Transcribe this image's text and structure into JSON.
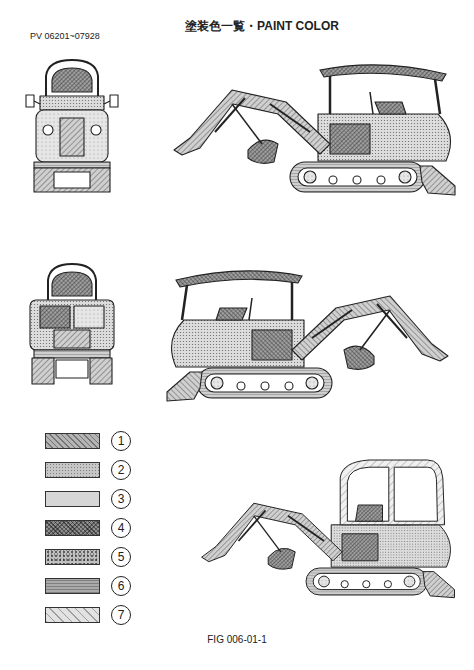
{
  "diagram": {
    "title": "塗装色一覧・PAINT COLOR",
    "caption": "FIG 006-01-1",
    "labels": [
      "PV 06201~07928"
    ],
    "legend": [
      {
        "text": "1",
        "color": "#b4b4b4"
      },
      {
        "text": "2",
        "color": "#c6c6c6"
      },
      {
        "text": "3",
        "color": "#d6d6d6"
      },
      {
        "text": "4",
        "color": "#8e8e8e"
      },
      {
        "text": "5",
        "color": "#c0c0c0"
      },
      {
        "text": "6",
        "color": "#aaaaaa"
      },
      {
        "text": "7",
        "color": "#e2e2e2"
      }
    ]
  }
}
